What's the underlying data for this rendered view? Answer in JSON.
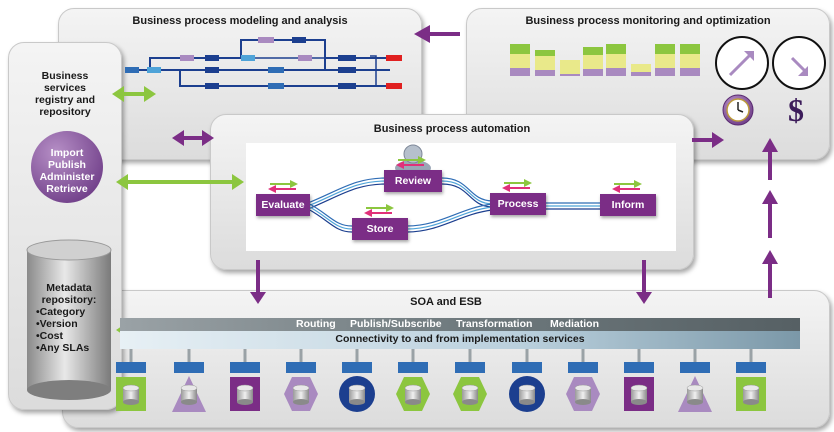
{
  "panels": {
    "modeling": "Business process modeling and analysis",
    "monitoring": "Business process monitoring and optimization",
    "registry": "Business services registry and repository",
    "automation": "Business process automation",
    "soa": "SOA and ESB"
  },
  "registry_actions": [
    "Import",
    "Publish",
    "Administer",
    "Retrieve"
  ],
  "metadata": {
    "title": "Metadata repository:",
    "items": [
      "•Category",
      "•Version",
      "•Cost",
      "•Any SLAs"
    ]
  },
  "process_nodes": {
    "evaluate": "Evaluate",
    "review": "Review",
    "store": "Store",
    "process": "Process",
    "inform": "Inform"
  },
  "esb": {
    "services": [
      "Routing",
      "Publish/Subscribe",
      "Transformation",
      "Mediation"
    ],
    "connectivity": "Connectivity to and from implementation services"
  },
  "monitoring_symbols": {
    "currency": "$"
  },
  "colors": {
    "purple": "#7b2d86",
    "light_purple": "#a98ac0",
    "green": "#8cc63f",
    "blue": "#2f6db5",
    "navy": "#1c3f8f",
    "yellow": "#e9e98a",
    "red": "#e02020"
  },
  "adapter_icons": [
    "square-icon",
    "triangle-icon",
    "square-icon",
    "hexagon-icon",
    "circle-icon",
    "hexagon-icon",
    "hexagon-icon",
    "circle-icon",
    "hexagon-icon",
    "square-icon",
    "triangle-icon",
    "square-icon"
  ]
}
